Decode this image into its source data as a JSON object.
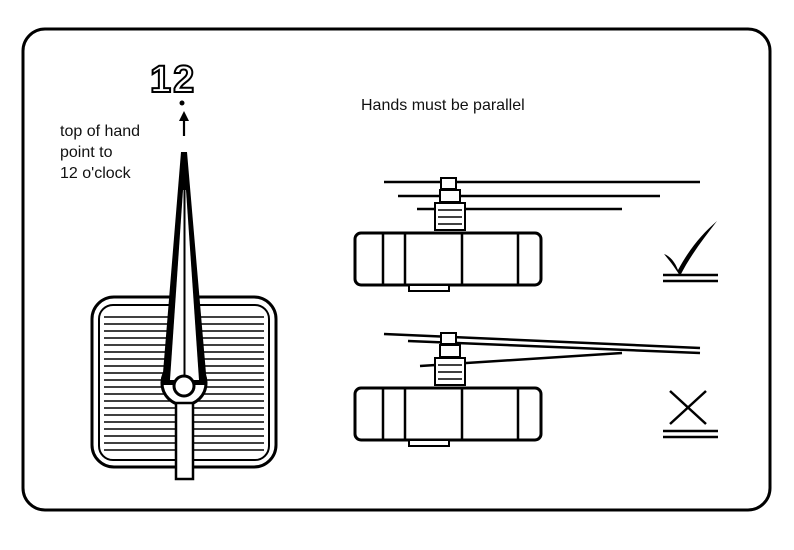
{
  "diagram": {
    "hour_marker": "12",
    "instruction": "top of hand\npoint to\n12 o'clock",
    "parallel_title": "Hands must be parallel",
    "correct_mark": "check-icon",
    "wrong_mark": "cross-icon",
    "colors": {
      "ink": "#000000",
      "paper": "#ffffff"
    }
  }
}
